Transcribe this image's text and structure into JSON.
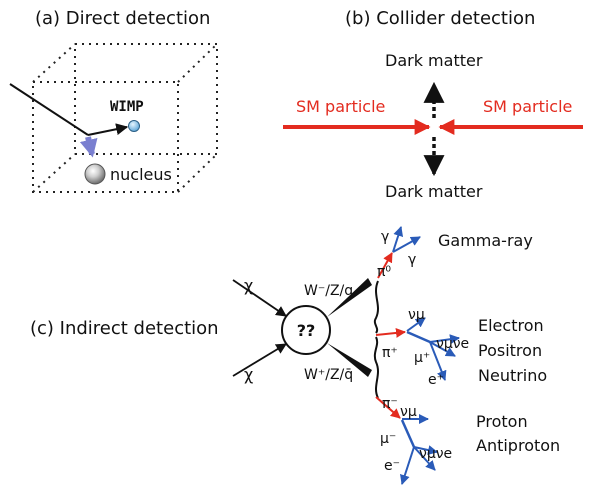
{
  "panels": {
    "direct": {
      "title": "(a) Direct detection",
      "wimp_label": "WIMP",
      "nucleus_label": "nucleus"
    },
    "collider": {
      "title": "(b) Collider detection",
      "top_label": "Dark matter",
      "bottom_label": "Dark matter",
      "left_label": "SM particle",
      "right_label": "SM particle",
      "beam_color": "#e32b1f"
    },
    "indirect": {
      "title": "(c) Indirect detection",
      "vertex_label": "??",
      "chi_top": "χ",
      "chi_bottom": "χ",
      "boson_top": "W⁻/Z/q",
      "boson_bottom": "W⁺/Z/q̄",
      "branches": {
        "gamma": {
          "pion": "π⁰",
          "gamma_a": "γ",
          "gamma_b": "γ",
          "product": "Gamma-ray"
        },
        "charged_plus": {
          "pion": "π⁺",
          "nu_mu": "νμ",
          "muon": "μ⁺",
          "nu_pair": "νμνe",
          "positron": "e⁺",
          "products": [
            "Electron",
            "Positron",
            "Neutrino"
          ]
        },
        "charged_minus": {
          "pion": "π⁻",
          "nu_mu": "νμ",
          "muon": "μ⁻",
          "nu_pair": "νμνe",
          "electron": "e⁻",
          "products": [
            "Proton",
            "Antiproton"
          ]
        }
      },
      "colors": {
        "pion": "#e32b1f",
        "lepton": "#2a5bb8",
        "boson_arrow": "#111111"
      }
    }
  }
}
